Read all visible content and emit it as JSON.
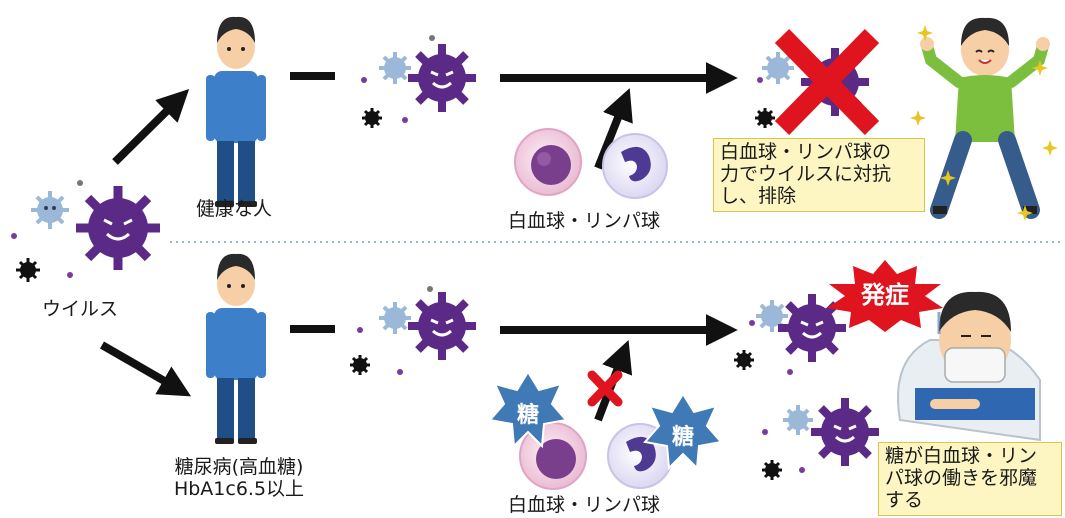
{
  "labels": {
    "virus": "ウイルス",
    "healthy_person": "健康な人",
    "diabetes_line1": "糖尿病(高血糖)",
    "diabetes_line2": "HbA1c6.5以上",
    "wbc_top": "白血球・リンパ球",
    "wbc_bottom": "白血球・リンパ球",
    "sugar_left": "糖",
    "sugar_right": "糖",
    "onset": "発症"
  },
  "notes": {
    "healthy": [
      "白血球・リンパ球の",
      "力でウイルスに対抗",
      "し、排除"
    ],
    "diabetes": [
      "糖が白血球・リン",
      "パ球の働きを邪魔",
      "する"
    ]
  },
  "colors": {
    "virus_purple": "#5a2a86",
    "virus_blue": "#9bb8d8",
    "arrow": "#111111",
    "cross_red": "#e0141e",
    "note_bg": "#fdf6c3",
    "sugar_star": "#3f79b6",
    "onset_burst": "#e0141e",
    "divider": "#9ab4d4"
  }
}
